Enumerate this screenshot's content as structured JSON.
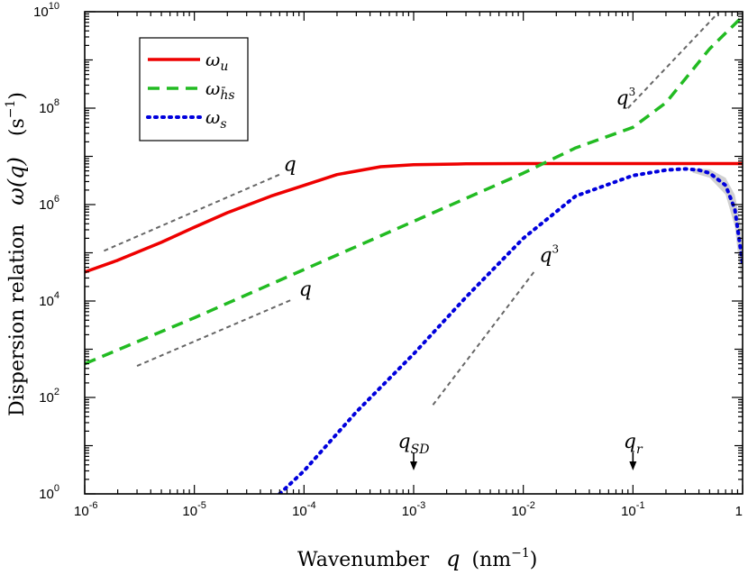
{
  "chart_data": {
    "type": "line",
    "x_scale": "log",
    "y_scale": "log",
    "xlim": [
      1e-06,
      1
    ],
    "ylim": [
      1,
      10000000000.0
    ],
    "xlabel": "Wavenumber",
    "xlabel_var": "q",
    "xlabel_unit": "(nm",
    "xlabel_unit_exp": "−1",
    "xlabel_unit_close": ")",
    "ylabel": "Dispersion relation",
    "ylabel_var": "ω(q)",
    "ylabel_unit": "(s",
    "ylabel_unit_exp": "−1",
    "ylabel_unit_close": ")",
    "x_ticks": [
      {
        "exp": -6,
        "base": "10",
        "sup": "-6"
      },
      {
        "exp": -5,
        "base": "10",
        "sup": "-5"
      },
      {
        "exp": -4,
        "base": "10",
        "sup": "-4"
      },
      {
        "exp": -3,
        "base": "10",
        "sup": "-3"
      },
      {
        "exp": -2,
        "base": "10",
        "sup": "-2"
      },
      {
        "exp": -1,
        "base": "10",
        "sup": "-1"
      },
      {
        "exp": 0,
        "base": "1",
        "sup": ""
      }
    ],
    "y_ticks": [
      {
        "exp": 0,
        "base": "10",
        "sup": "0"
      },
      {
        "exp": 2,
        "base": "10",
        "sup": "2"
      },
      {
        "exp": 4,
        "base": "10",
        "sup": "4"
      },
      {
        "exp": 6,
        "base": "10",
        "sup": "6"
      },
      {
        "exp": 8,
        "base": "10",
        "sup": "8"
      },
      {
        "exp": 10,
        "base": "10",
        "sup": "10"
      }
    ],
    "legend_position": "top-left",
    "series": [
      {
        "name": "ω_u",
        "label_base": "ω",
        "label_sub": "u",
        "color": "#ee0000",
        "dash": "solid",
        "x": [
          1e-06,
          2e-06,
          5e-06,
          1e-05,
          2e-05,
          5e-05,
          0.0001,
          0.0002,
          0.0005,
          0.001,
          0.003,
          0.01,
          0.03,
          0.1,
          0.3,
          1
        ],
        "y": [
          40000,
          70000,
          165000,
          340000,
          680000,
          1500000,
          2500000,
          4200000,
          6100000,
          6700000,
          7000000,
          7100000,
          7100000,
          7100000,
          7100000,
          7100000
        ]
      },
      {
        "name": "ω_h̄s",
        "label_base": "ω",
        "label_sub": "h̄s",
        "color": "#22bb22",
        "dash": "dashed",
        "x": [
          1e-06,
          1e-05,
          0.0001,
          0.001,
          0.01,
          0.03,
          0.1,
          0.2,
          0.5,
          1
        ],
        "y": [
          500,
          4500,
          45000,
          450000,
          4500000,
          15000000,
          40000000,
          130000000,
          1700000000,
          8000000000
        ]
      },
      {
        "name": "ω_s",
        "label_base": "ω",
        "label_sub": "s",
        "color": "#0000dd",
        "dash": "dotted",
        "x": [
          6e-05,
          0.0001,
          0.0003,
          0.001,
          0.003,
          0.01,
          0.03,
          0.1,
          0.2,
          0.3,
          0.4,
          0.5,
          0.7,
          0.85,
          1
        ],
        "y": [
          1,
          3,
          50,
          800,
          12000,
          200000,
          1500000,
          4000000,
          5200000,
          5500000,
          5200000,
          4500000,
          2500000,
          800000,
          60000
        ]
      }
    ],
    "shaded_band": {
      "color": "#cccccc",
      "x": [
        0.35,
        0.5,
        0.7,
        0.85,
        1
      ],
      "y_low": [
        4600000,
        3600000,
        1600000,
        350000,
        15000
      ],
      "y_high": [
        5600000,
        5400000,
        3600000,
        1600000,
        250000
      ]
    },
    "guide_lines": [
      {
        "label": "q",
        "x": [
          1.5e-06,
          6e-05
        ],
        "y": [
          110000,
          4200000
        ],
        "label_x": 6.5e-05,
        "label_y": 5000000
      },
      {
        "label": "q",
        "x": [
          3e-06,
          8e-05
        ],
        "y": [
          450,
          11000
        ],
        "label_x": 9e-05,
        "label_y": 13000
      },
      {
        "label": "q",
        "label_exp": "3",
        "x": [
          0.0015,
          0.013
        ],
        "y": [
          70,
          45000
        ],
        "label_x": 0.014,
        "label_y": 65000
      },
      {
        "label": "q",
        "label_exp": "3",
        "x": [
          0.09,
          0.6
        ],
        "y": 0,
        "y_values": [
          100000000.0,
          9500000000.0
        ],
        "label_x": 0.07,
        "label_y": 120000000.0
      }
    ],
    "markers": [
      {
        "label": "q",
        "label_sub": "SD",
        "x": 0.001
      },
      {
        "label": "q",
        "label_sub": "r",
        "x": 0.1
      }
    ]
  }
}
